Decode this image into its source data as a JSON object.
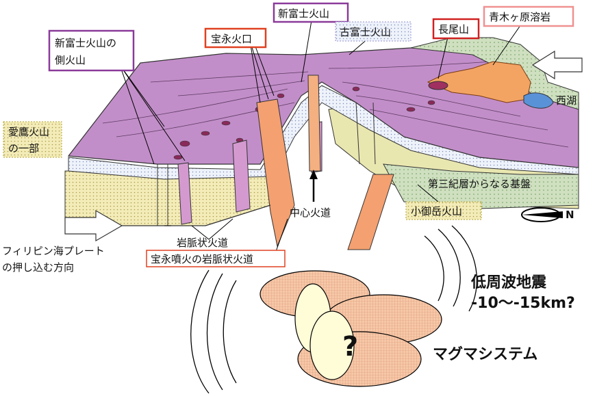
{
  "labels": {
    "lateral_volcanoes": [
      "新富士火山の",
      "側火山"
    ],
    "hoei_crater": "宝永火口",
    "shin_fuji": "新富士火山",
    "ko_fuji": "古富士火山",
    "nagaoyama": "長尾山",
    "aokigahara": "青木ヶ原溶岩",
    "saiko": "西湖",
    "ashitaka": [
      "愛鷹火山",
      "の一部"
    ],
    "tertiary_basement": "第三紀層からなる基盤",
    "komitake": "小御岳火山",
    "central_conduit": "中心火道",
    "dike_conduit": "岩脈状火道",
    "hoei_dike": "宝永噴火の岩脈状火道",
    "plate_direction": [
      "フィリピン海プレート",
      "の押し込む方向"
    ],
    "low_freq_quake": "低周波地震",
    "depth": "-10～-15km?",
    "magma_system": "マグマシステム",
    "question": "?",
    "compass_north": "N"
  },
  "colors": {
    "new_fuji": "#c08ec8",
    "old_fuji": "#e8eef8",
    "komitake": "#e8e8b0",
    "basement": "#c8dcb8",
    "ashitaka": "#f0e8b0",
    "hoei_dike": "#f4a070",
    "aokigahara": "#f4a060",
    "saiko": "#5890d8",
    "frame_shin_fuji": "#8a3a9a",
    "frame_hoei": "#e04020",
    "frame_nagaoyama": "#d02020",
    "frame_aokigahara": "#f09090",
    "frame_ashitaka": "#b0a030",
    "frame_komitake": "#b0a030",
    "frame_ko_fuji": "#9090d0"
  }
}
